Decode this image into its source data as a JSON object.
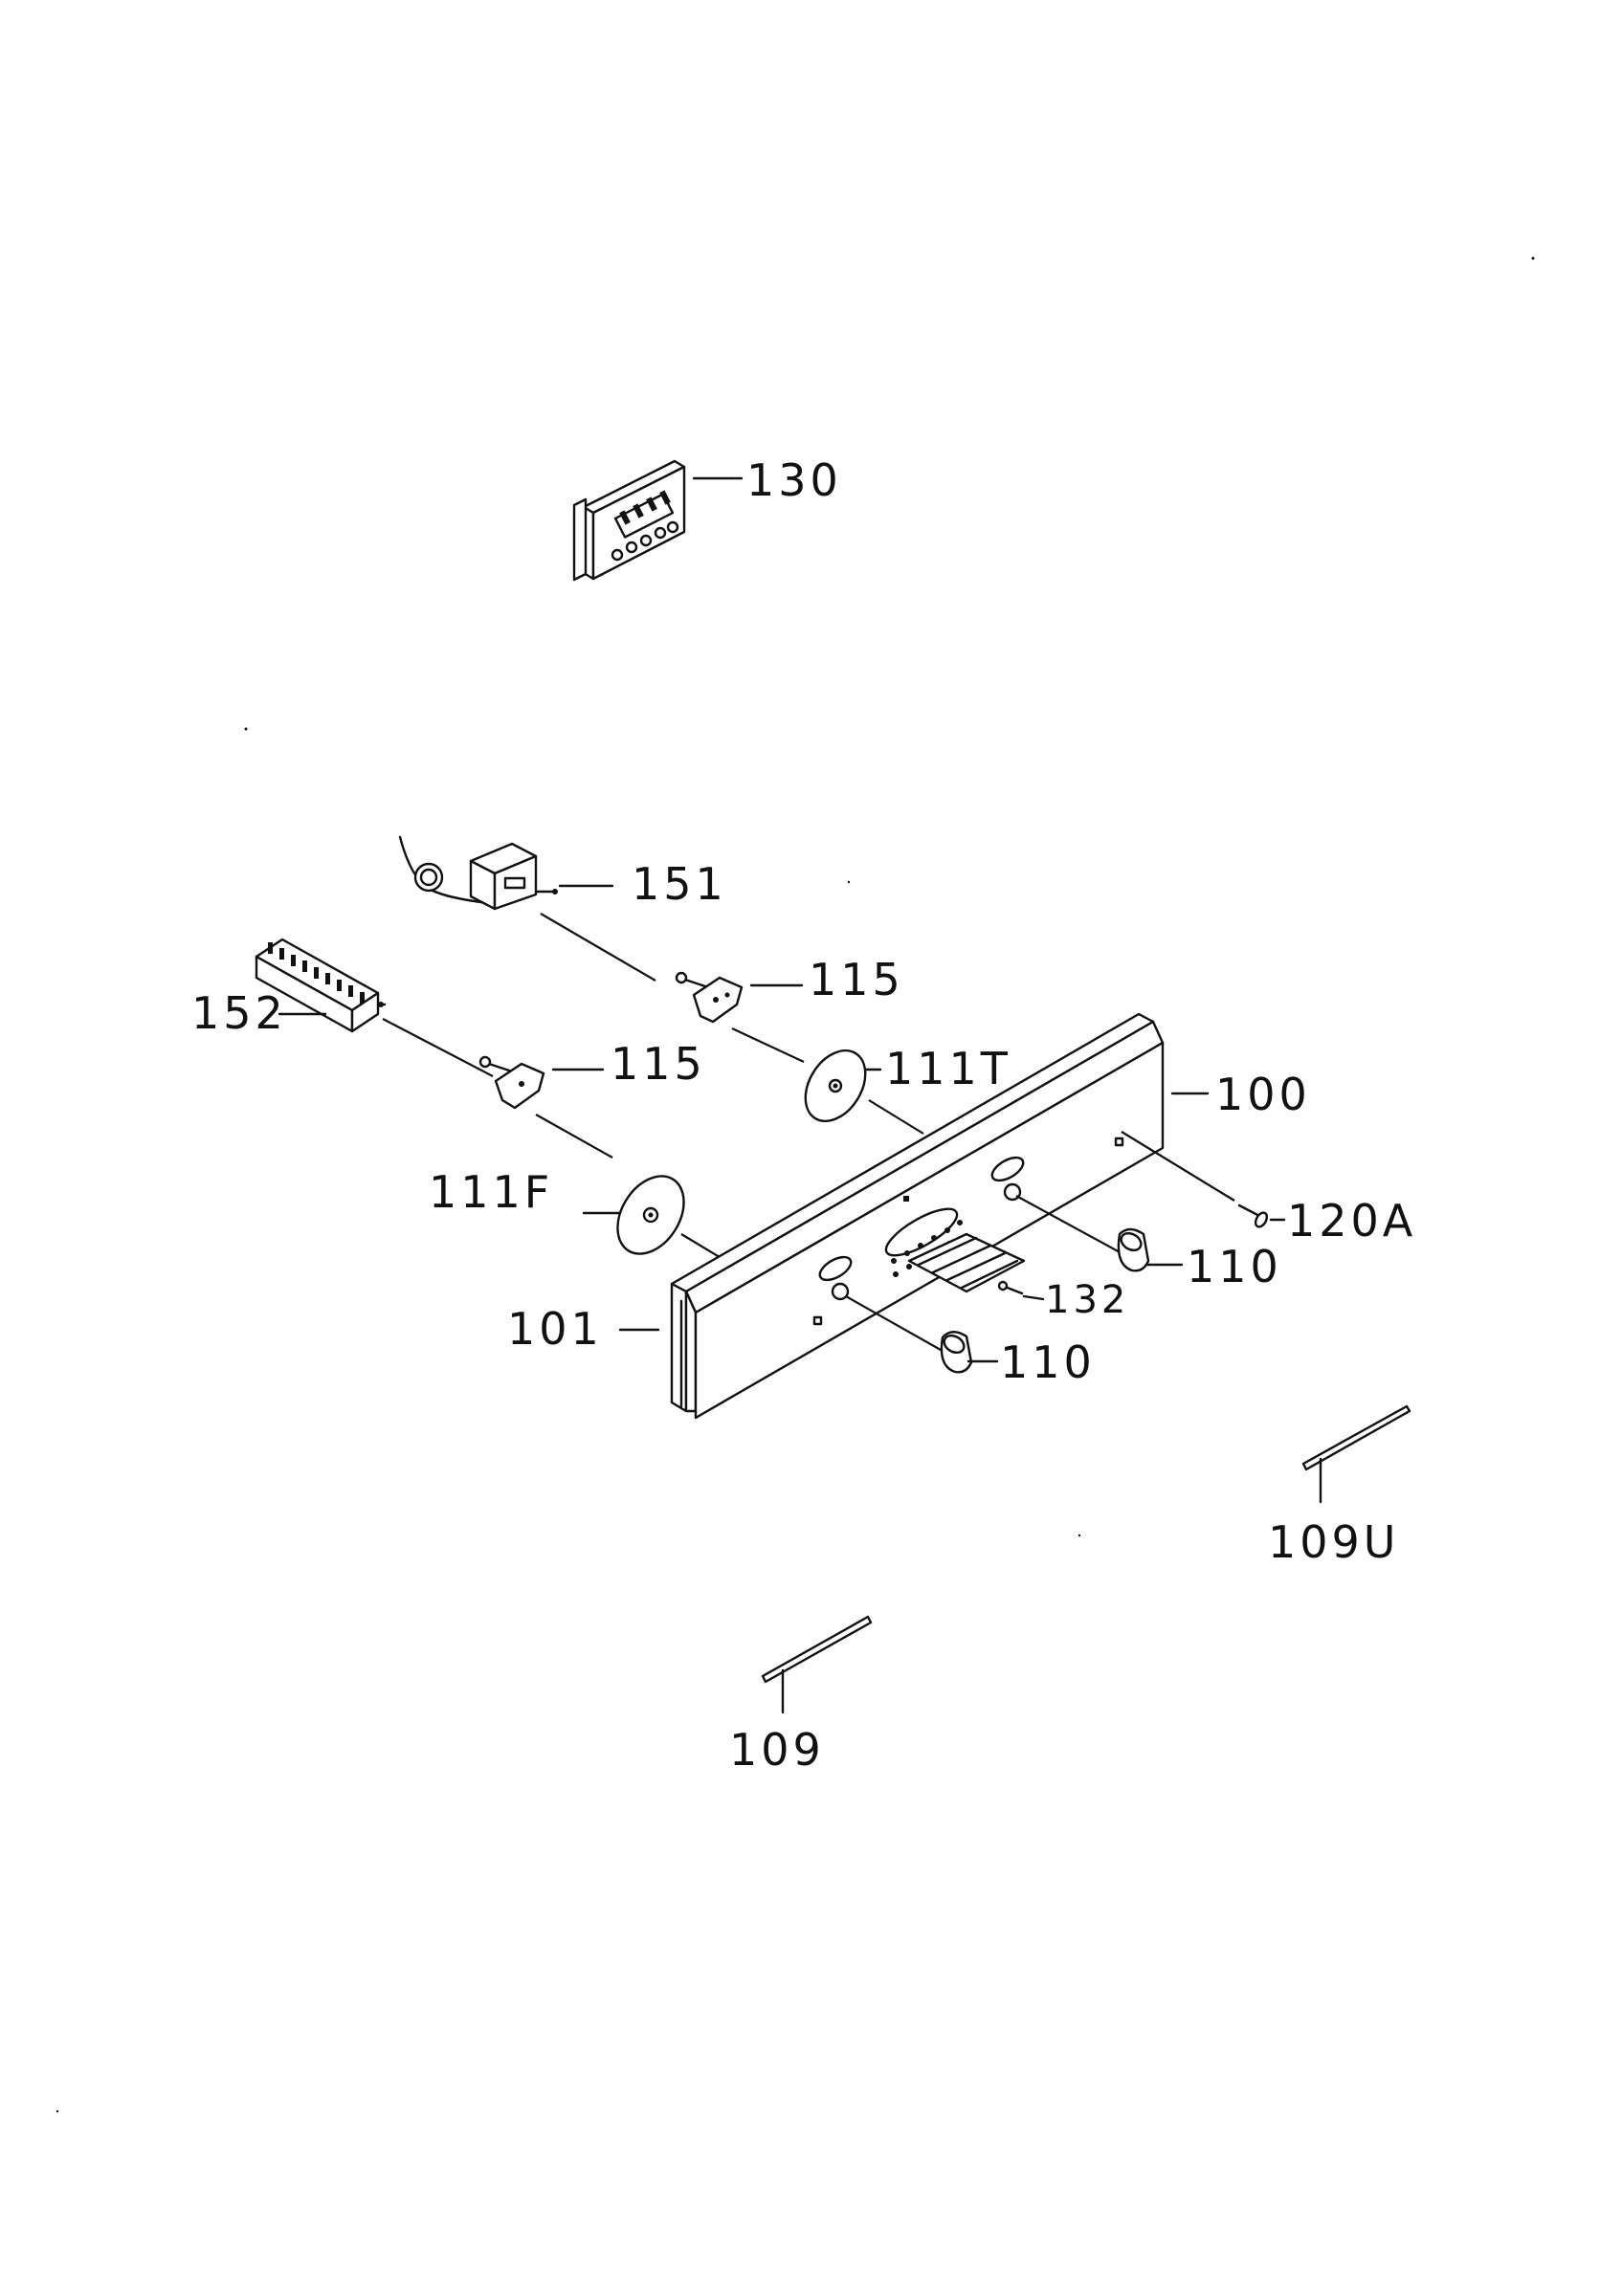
{
  "labels": {
    "p130": "130",
    "p151": "151",
    "p152": "152",
    "p115a": "115",
    "p115b": "115",
    "p111t": "111T",
    "p111f": "111F",
    "p100": "100",
    "p101": "101",
    "p120a": "120A",
    "p110a": "110",
    "p110b": "110",
    "p132": "132",
    "p109u": "109U",
    "p109": "109"
  }
}
